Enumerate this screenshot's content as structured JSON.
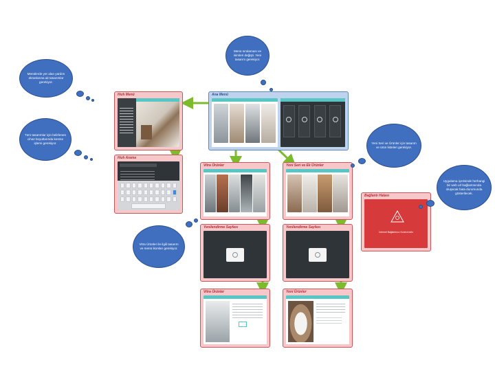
{
  "frames": {
    "hizli_menu": {
      "title": "Hızlı Menü"
    },
    "ana_menu": {
      "title": "Ana Menü"
    },
    "hizli_arama": {
      "title": "Hızlı Arama"
    },
    "vitra_urunler_1": {
      "title": "Vitra Ürünler"
    },
    "yeni_seri": {
      "title": "Yeni Seri ve Ek Ürünler"
    },
    "yenilendirme_1": {
      "title": "Yenilendirme Sayfası"
    },
    "yenilendirme_2": {
      "title": "Yenilendirme Sayfası"
    },
    "vitra_urunler_2": {
      "title": "Vitra Ürünler"
    },
    "yeni_urunler": {
      "title": "Yeni Ürünler"
    },
    "baglanti_hatasi": {
      "title": "Bağlantı Hatası",
      "message": "İnternet Bağlantınızı Kontrol edin"
    }
  },
  "bubbles": {
    "menu_arrangement": "Menü sıralaması ve isimleri değişti. Yeni tasarım gerekiyor.",
    "menu_layout": "Menülerde yer alan yardım ekranlarına ait tasarımlar gerekiyor.",
    "all_designs": "Tüm tasarımlar için belirlenen cihaz boyutlarında kesme işlemi gerekiyor.",
    "new_series": "Yeni Seri ve Ürünler için tasarım ve ürün listeleri gerekiyor.",
    "connection_error": "Uygulama içerisinde herhangi bir web url bağlantısında oluşacak hata durumunda gösterilecek.",
    "vitra_products": "Vitra Ürünler ile ilgili tasarım ve menü ikonları gerekiyor."
  },
  "colors": {
    "frame_fill": "#f7c7c9",
    "frame_border": "#c9545a",
    "frame_main_fill": "#bdd3ee",
    "frame_main_border": "#5d86c2",
    "bubble": "#3f6fbe",
    "arrow": "#7dbb2c",
    "screen_dark": "#2f3438",
    "accent_teal": "#57c6c4",
    "error_red": "#d73a3a"
  }
}
